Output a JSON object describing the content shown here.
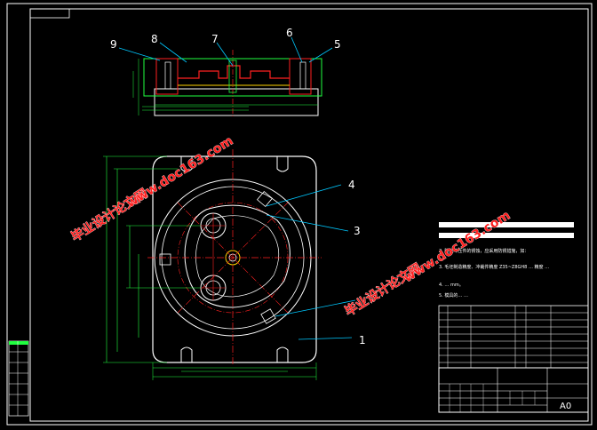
{
  "drawing": {
    "callouts": [
      "1",
      "3",
      "4",
      "5",
      "6",
      "7",
      "8",
      "9"
    ],
    "watermarks": [
      "毕业设计论文网",
      "www.doc163.com"
    ],
    "size_label": "A0",
    "notes": [
      "",
      "",
      "2. 防止冲压件的锈蚀，应采用防锈措施，如：",
      "3. 毛坯制造精度、冲裁件精度 Z35~Z8GH8 … 精度 …",
      "4. … mm。",
      "5. 模具的… …"
    ]
  },
  "colors": {
    "background": "#000000",
    "frame": "#ffffff",
    "centerline": "#ff2020",
    "dimension": "#20ff40",
    "leader": "#00c8ff",
    "part": "#ffffff",
    "accent": "#ffd400"
  }
}
